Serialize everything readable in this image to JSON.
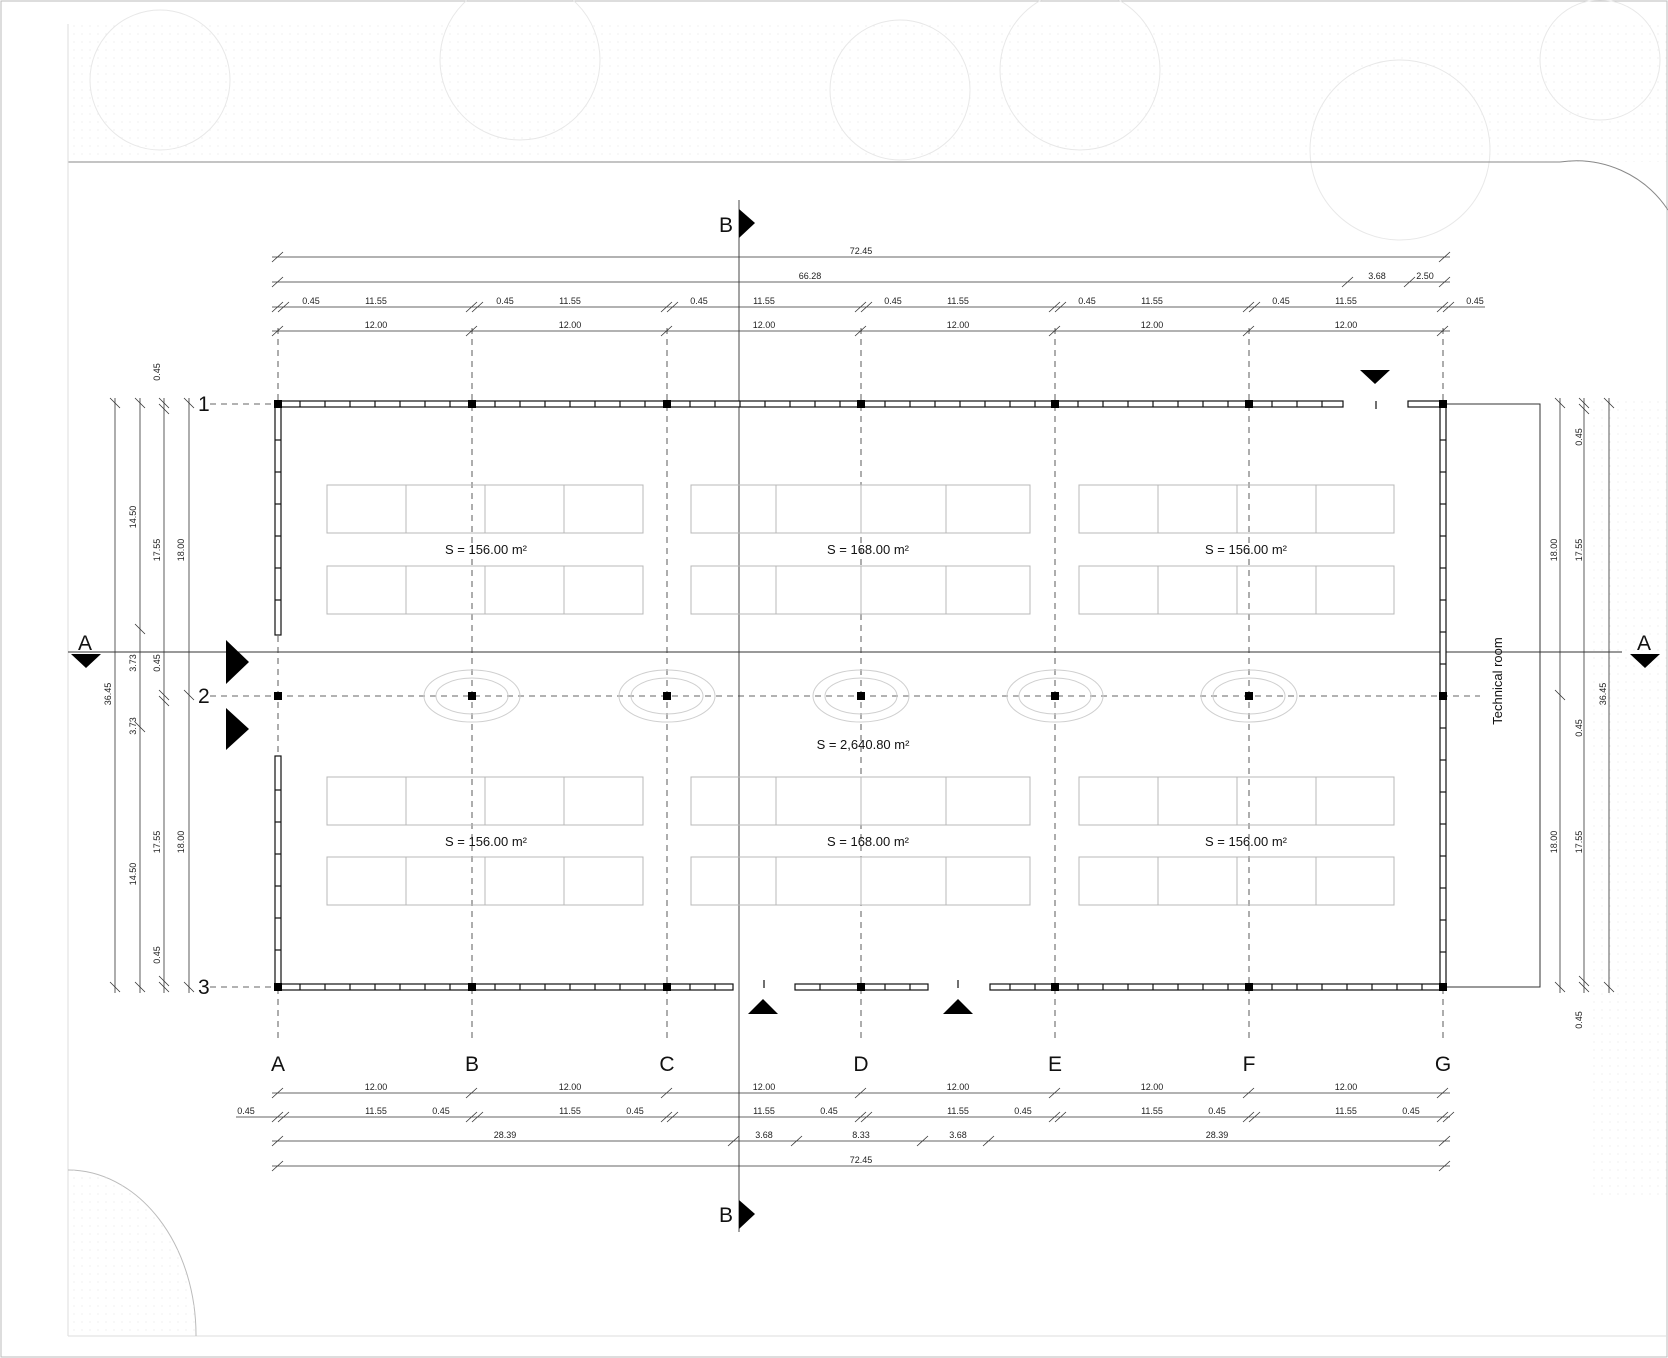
{
  "plan": {
    "grid_cols": [
      "A",
      "B",
      "C",
      "D",
      "E",
      "F",
      "G"
    ],
    "grid_rows": [
      "1",
      "2",
      "3"
    ],
    "section_a": "A",
    "section_b": "B",
    "technical_room": "Technical room",
    "areas": {
      "top_left": "S = 156.00 m²",
      "top_mid": "S = 168.00 m²",
      "top_right": "S = 156.00 m²",
      "center": "S = 2,640.80 m²",
      "bot_left": "S = 156.00 m²",
      "bot_mid": "S = 168.00 m²",
      "bot_right": "S = 156.00 m²"
    },
    "dims_top": {
      "overall": "72.45",
      "partial_a": "66.28",
      "partial_b": "3.68",
      "partial_c": "2.50",
      "wall": "0.45",
      "clear": "11.55",
      "bay": "12.00"
    },
    "dims_bottom": {
      "bay": "12.00",
      "wall": "0.45",
      "clear": "11.55",
      "seg1": "28.39",
      "seg2": "3.68",
      "seg3": "8.33",
      "seg4": "3.68",
      "seg5": "28.39",
      "overall": "72.45"
    },
    "dims_left": {
      "wall": "0.45",
      "half_clear": "14.50",
      "half_mid": "17.55",
      "half_full": "18.00",
      "opening": "3.73",
      "overall": "36.45"
    },
    "dims_right": {
      "wall": "0.45",
      "half_full": "18.00",
      "half_mid": "17.55",
      "overall": "36.45"
    }
  }
}
